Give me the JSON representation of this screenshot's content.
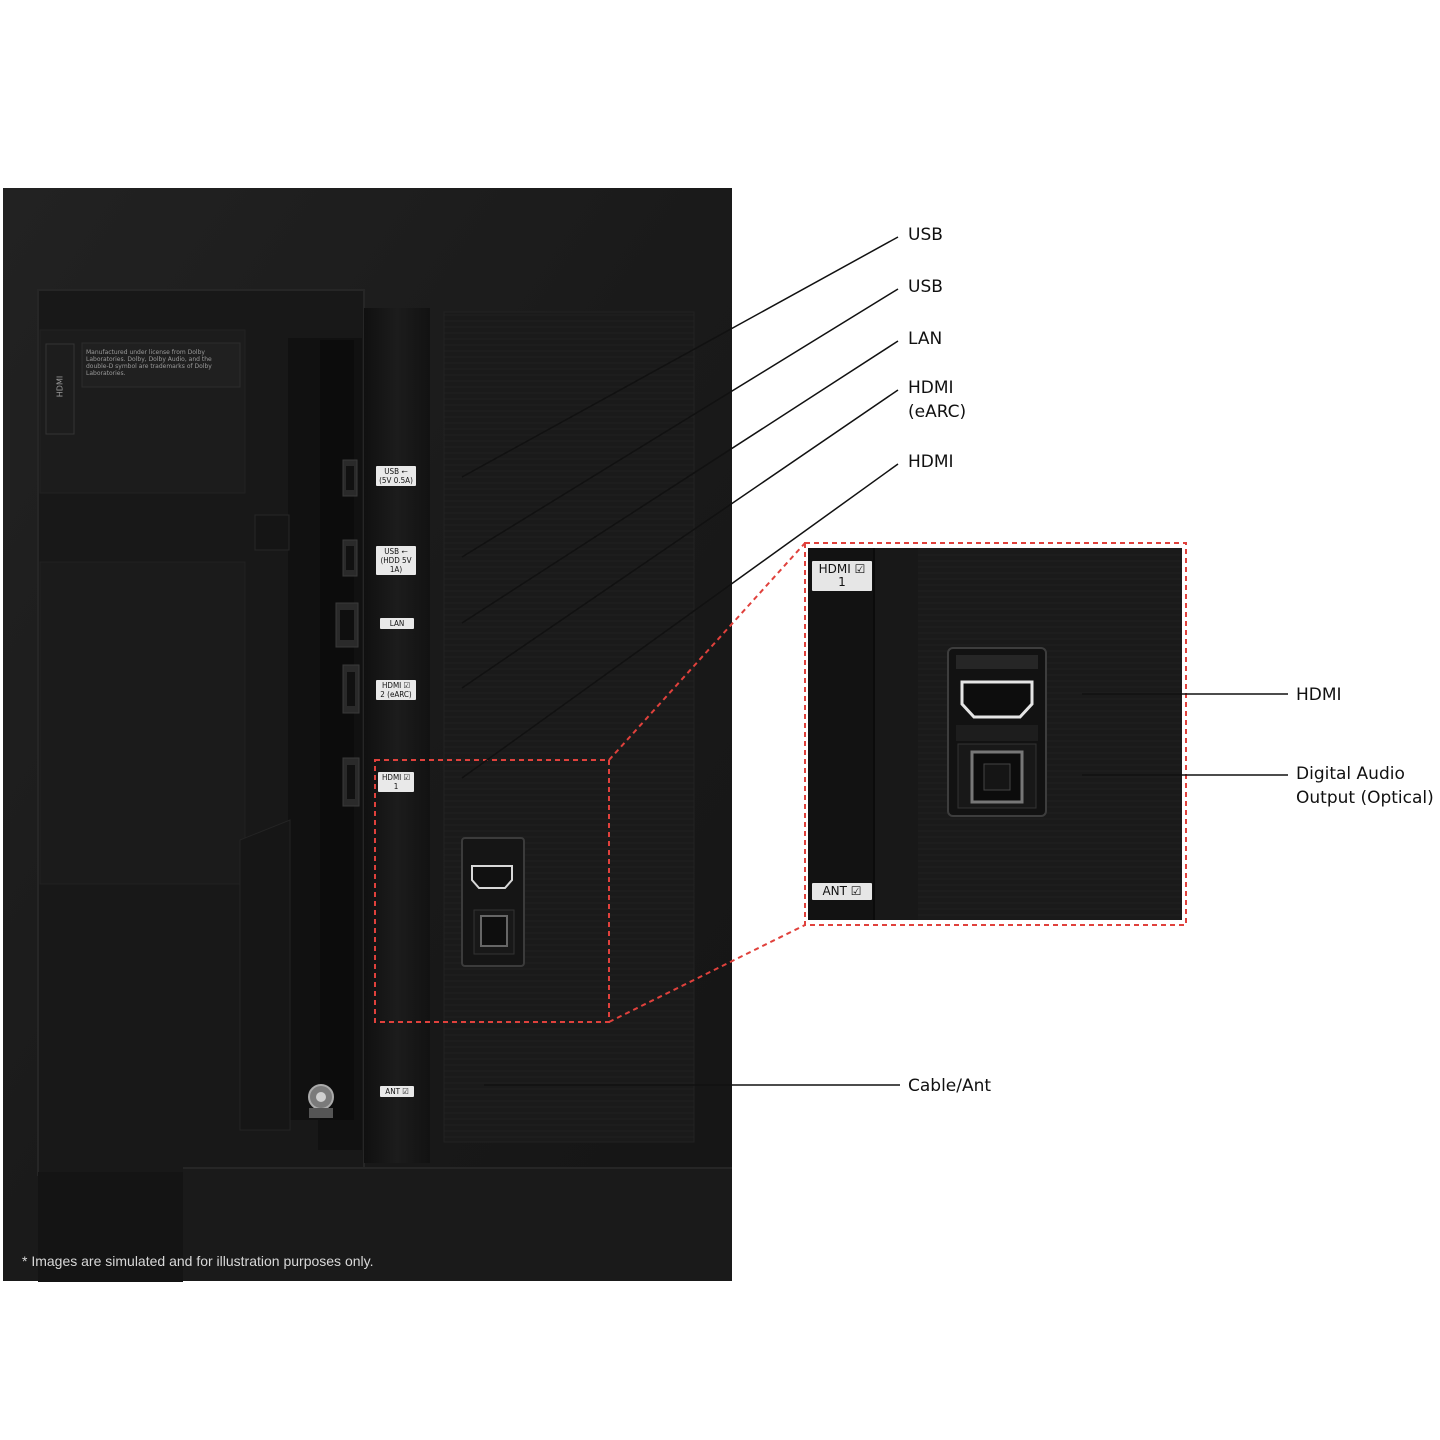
{
  "callouts": {
    "usb_1": "USB",
    "usb_2": "USB",
    "lan": "LAN",
    "hdmi_earc_line1": "HDMI",
    "hdmi_earc_line2": "(eARC)",
    "hdmi": "HDMI",
    "zoom_hdmi": "HDMI",
    "digital_audio_line1": "Digital Audio",
    "digital_audio_line2": "Output (Optical)",
    "cable_ant": "Cable/Ant"
  },
  "port_labels": {
    "usb1_line1": "USB ⭠",
    "usb1_line2": "(5V 0.5A)",
    "usb2_line1": "USB ⭠",
    "usb2_line2": "(HDD 5V 1A)",
    "lan": "LAN",
    "hdmi2_line1": "HDMI ☑",
    "hdmi2_line2": "2 (eARC)",
    "hdmi1_line1": "HDMI ☑",
    "hdmi1_line2": "1",
    "ant": "ANT ☑"
  },
  "zoom_labels": {
    "hdmi1_line1": "HDMI ☑",
    "hdmi1_line2": "1",
    "ant": "ANT ☑"
  },
  "sticker": {
    "text": "Manufactured under license from Dolby Laboratories. Dolby, Dolby Audio, and the double-D symbol are trademarks of Dolby Laboratories.",
    "side_mark": "HDMI"
  },
  "disclaimer": "* Images are simulated and for illustration purposes only.",
  "colors": {
    "panel": "#1b1b1b",
    "panel_dark": "#141414",
    "highlight_box": "#e0413c",
    "callout_line": "#111111",
    "label_bg": "#e9e9e9"
  }
}
